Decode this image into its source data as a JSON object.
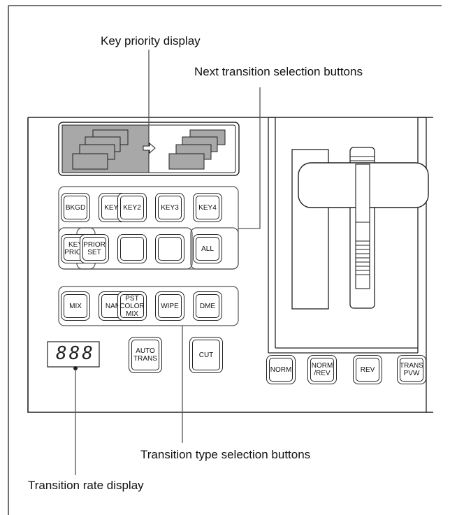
{
  "callouts": {
    "key_priority_display": "Key priority display",
    "next_transition_selection_buttons": "Next transition selection buttons",
    "transition_type_selection_buttons": "Transition type selection buttons",
    "transition_rate_display": "Transition rate display"
  },
  "next_transition_row1": [
    "BKGD",
    "KEY1",
    "KEY2",
    "KEY3",
    "KEY4"
  ],
  "key_prior_label": "KEY\nPRIOR",
  "prior_set_label": "PRIOR\nSET",
  "blank_buttons": [
    "",
    ""
  ],
  "all_label": "ALL",
  "transition_type_buttons": [
    "MIX",
    "NAM",
    "PST\nCOLOR\nMIX",
    "WIPE",
    "DME"
  ],
  "rate_display": "888",
  "auto_trans_label": "AUTO\nTRANS",
  "cut_label": "CUT",
  "fader_buttons": [
    "NORM",
    "NORM\n/REV",
    "REV",
    "TRANS\nPVW"
  ],
  "colors": {
    "line": "#222222",
    "gray_fill": "#a8a8a8",
    "border": "#555555"
  }
}
